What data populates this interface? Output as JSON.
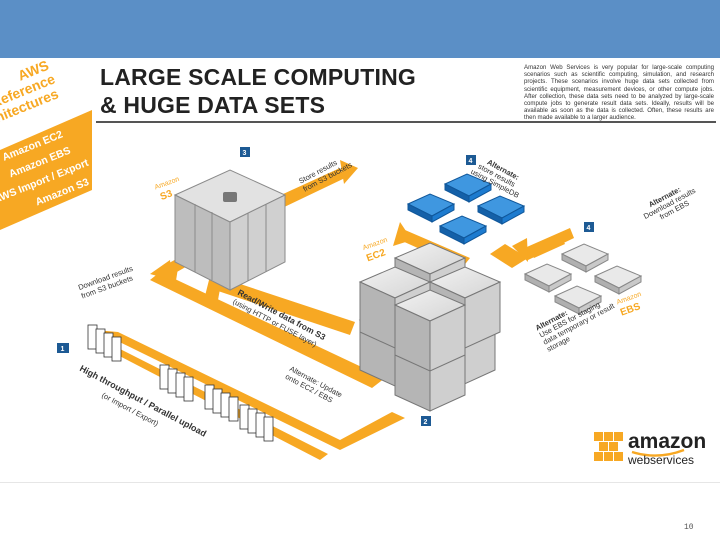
{
  "colors": {
    "header_bar": "#5b8fc6",
    "orange": "#f7a823",
    "blue": "#1d7bcf",
    "gray": "#c9c9c9"
  },
  "title": {
    "line1": "LARGE SCALE COMPUTING",
    "line2": "& HUGE DATA SETS"
  },
  "description": "Amazon Web Services is very popular for large-scale computing scenarios such as scientific computing, simulation, and research projects. These scenarios involve huge data sets collected from scientific equipment, measurement devices, or other compute jobs. After collection, these data sets need to be analyzed by large-scale compute jobs to generate result data sets. Ideally, results will be available as soon as the data is collected. Often, these results are then made available to a larger audience.",
  "sidebar": {
    "header": [
      "AWS",
      "Reference",
      "Architectures"
    ],
    "items": [
      "Amazon EC2",
      "Amazon EBS",
      "AWS Import / Export",
      "Amazon S3"
    ]
  },
  "diagram": {
    "s3_label": [
      "Amazon",
      "S3"
    ],
    "ec2_label": [
      "Amazon",
      "EC2"
    ],
    "ebs_label": [
      "Amazon",
      "EBS"
    ],
    "steps": [
      "1",
      "2",
      "3",
      "4",
      "4"
    ],
    "notes": {
      "store_s3": [
        "Store results",
        "from S3 buckets"
      ],
      "download_s3": [
        "Download results",
        "from S3 buckets"
      ],
      "readwrite": [
        "Read/Write data from S3",
        "(using HTTP or FUSE layer)"
      ],
      "alt_update": [
        "Alternate: Update",
        "onto EC2 / EBS"
      ],
      "high_throughput": [
        "High throughput / Parallel upload",
        "(or Import / Export)"
      ],
      "alt_simpledb": [
        "Alternate:",
        "store results",
        "using SimpleDB"
      ],
      "alt_ebs_download": [
        "Alternate:",
        "Download results",
        "from EBS"
      ],
      "alt_ebs_store": [
        "Alternate:",
        "Use EBS for staging",
        "data temporary or result",
        "storage"
      ]
    }
  },
  "logo": {
    "amazon": "amazon",
    "webservices": "webservices"
  },
  "page_number": "10"
}
